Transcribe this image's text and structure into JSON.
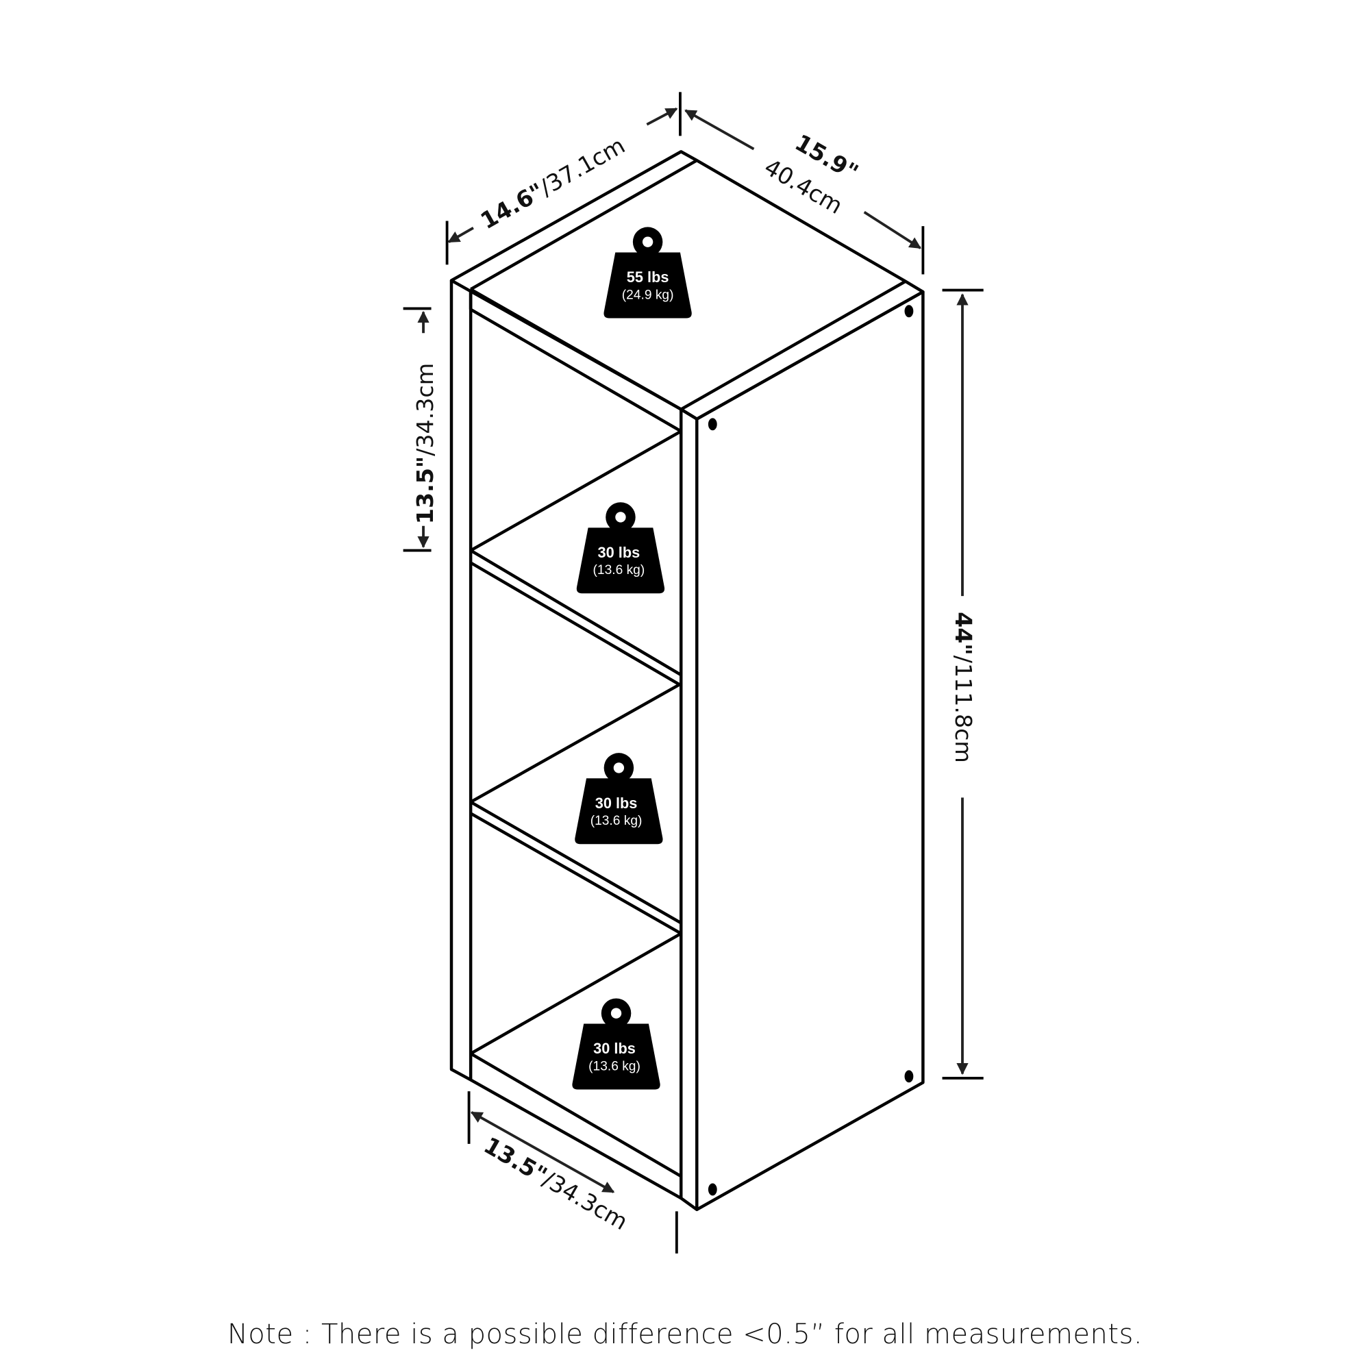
{
  "diagram": {
    "type": "product-dimension-drawing",
    "subject": "4-cube vertical storage shelf",
    "dimensions": {
      "top_width": {
        "imperial": "14.6\"",
        "metric": "/37.1cm"
      },
      "top_depth": {
        "imperial": "15.9\"",
        "metric": "40.4cm"
      },
      "cube_height": {
        "imperial": "13.5\"",
        "metric": "/34.3cm"
      },
      "overall_height": {
        "imperial": "44\"",
        "metric": "/111.8cm"
      },
      "bottom_depth": {
        "imperial": "13.5\"",
        "metric": "/34.3cm"
      }
    },
    "weight_capacities": [
      {
        "location": "top",
        "lbs": "55 lbs",
        "kg": "(24.9 kg)"
      },
      {
        "location": "shelf-1",
        "lbs": "30 lbs",
        "kg": "(13.6 kg)"
      },
      {
        "location": "shelf-2",
        "lbs": "30 lbs",
        "kg": "(13.6 kg)"
      },
      {
        "location": "shelf-3",
        "lbs": "30 lbs",
        "kg": "(13.6 kg)"
      }
    ],
    "note": "Note : There is a possible difference <0.5” for all measurements.",
    "colors": {
      "line": "#000000",
      "background": "#ffffff",
      "weight_icon": "#000000",
      "weight_text": "#ffffff"
    }
  }
}
